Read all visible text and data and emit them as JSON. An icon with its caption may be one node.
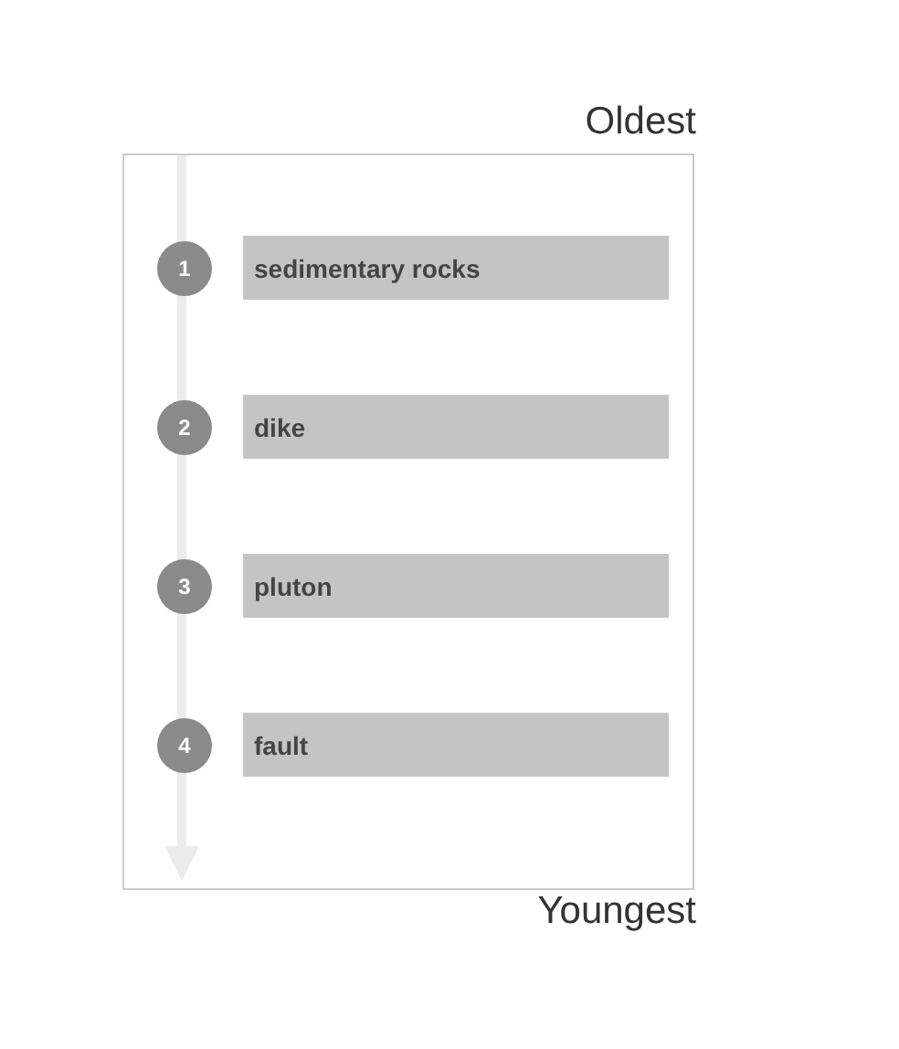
{
  "diagram": {
    "nodes": [
      {
        "text": [
          "Oldest",
          "Youngest"
        ]
      },
      {
        "text": [
          "1"
        ],
        "in": 0
      },
      {
        "text": [
          "sedimentary rocks"
        ],
        "in": 0
      },
      {
        "text": [
          "2"
        ],
        "in": 0
      },
      {
        "text": [
          "dike"
        ],
        "in": 0
      },
      {
        "text": [
          "3"
        ],
        "in": 0
      },
      {
        "text": [
          "pluton"
        ],
        "in": 0
      },
      {
        "text": [
          "4"
        ],
        "in": 0
      },
      {
        "text": [
          "fault"
        ],
        "in": 0
      }
    ]
  }
}
